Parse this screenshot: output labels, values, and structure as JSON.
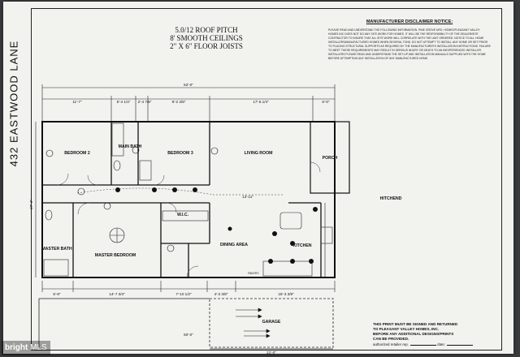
{
  "address": "432 EASTWOOD LANE",
  "specs": [
    "5.0/12 ROOF PITCH",
    "8' SMOOTH CEILINGS",
    "2\" X 6\" FLOOR JOISTS"
  ],
  "disclaimer": {
    "heading": "MANUFACTURER DISCLAIMER NOTICE:",
    "text": "PLEASE READ AND UNDERSTAND THE FOLLOWING INFORMATION. PINE GROVE MFD. HOMES/PLEASANT VALLEY HOMES INC DOES NOT DO ANY SITE WORK FOR HOMES. IT WILL BE THE RESPONSIBILITY OF THE DEALER/SITE CONTRACTOR TO INSURE THAT ALL SITE WORK WILL CORRELATE WITH THE UNIT ORDERED. NOTICE TO ALL HOME INSTALLERS/MANUFACTURED HOMES WHEN SEVERAL TONS, DO NOT ATTEMPT TO INSTALL ANY HOME OR SET PRIOR TO PLACING STRUCTURAL SUPPORTS AS REQUIRED BY THE MANUFACTURER'S INSTALLATION INSTRUCTIONS. FAILURE TO MEET THESE REQUIREMENTS MAY RESULT IN SERIOUS INJURY OR DEATH TO AN INEXPERIENCED INSTALLER. INSTALLERS PLEASE READ AND UNDERSTAND THE SET-UP AND INSTALLATION MANUALS SUPPLIED WITH THE HOME BEFORE ATTEMPTING ANY INSTALLATION OF ANY MANUFACTURED HOME."
  },
  "rooms": {
    "bedroom2": "BEDROOM 2",
    "main_bath": "MAIN BATH",
    "bedroom3": "BEDROOM 3",
    "living": "LIVING ROOM",
    "porch": "PORCH",
    "kitchen": "KITCHEN",
    "hitchend": "HITCHEND",
    "wic": "W.I.C.",
    "dining": "DINING AREA",
    "master_bed": "MASTER BEDROOM",
    "master_bath": "MASTER BATH",
    "pantry": "PANTRY",
    "garage": "GARAGE"
  },
  "dimensions": {
    "overall_top": "52'-0\"",
    "top": [
      "11'-7\"",
      "5'-4 1/4\"",
      "2'-4 7/8\"",
      "9'-2 3/8\"",
      "17'-5 1/4\"",
      "6'-0\""
    ],
    "bottom": [
      "5'-8\"",
      "14'-7 3/4\"",
      "7'-10 1/2\"",
      "4'-3 3/8\"",
      "15'-3 3/8\""
    ],
    "depth": "27'-4\"",
    "hallway": "13'-11\"",
    "garage_width": "21'-0\"",
    "lower_overall": "50'-0\""
  },
  "return_notice": [
    "THIS PRINT MUST BE SIGNED AND RETURNED",
    "TO PLEASANT VALLEY HOMES, INC.",
    "BEFORE ANY ADDITIONAL DESIGNS/PRINTS",
    "CAN BE PROVIDED."
  ],
  "sign_line": {
    "rep": "authorized retailer rep.",
    "date": "date:"
  },
  "watermark": {
    "brand": "bright",
    "suffix": "MLS"
  }
}
